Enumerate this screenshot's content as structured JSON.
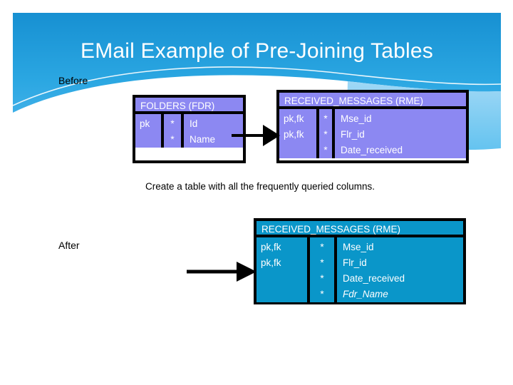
{
  "slide": {
    "title": "EMail Example of Pre-Joining Tables",
    "caption": "Create a table with all the frequently queried columns.",
    "label_before": "Before",
    "label_after": "After"
  },
  "colors": {
    "header_blue_top": "#1b9ad9",
    "header_blue_bottom": "#57baf0",
    "table_purple": "#8c88f2",
    "table_cyan": "#0a96c9",
    "border": "#000000",
    "title_text": "#ffffff"
  },
  "diagram": {
    "before": {
      "tables": [
        {
          "name": "folders",
          "title": "FOLDERS (FDR)",
          "keys": [
            "pk"
          ],
          "stars": [
            "*",
            "*"
          ],
          "attributes": [
            "Id",
            "Name"
          ]
        },
        {
          "name": "received-messages-before",
          "title": "RECEIVED_MESSAGES (RME)",
          "keys": [
            "pk,fk",
            "pk,fk"
          ],
          "stars": [
            "*",
            "*",
            "*"
          ],
          "attributes": [
            "Mse_id",
            "Flr_id",
            "Date_received"
          ]
        }
      ]
    },
    "after": {
      "tables": [
        {
          "name": "received-messages-after",
          "title": "RECEIVED_MESSAGES (RME)",
          "keys": [
            "pk,fk",
            "pk,fk"
          ],
          "stars": [
            "*",
            "*",
            "*",
            "*"
          ],
          "attributes": [
            "Mse_id",
            "Flr_id",
            "Date_received",
            "Fdr_Name"
          ]
        }
      ]
    },
    "relationship_icon": "crows-foot-arrow"
  }
}
